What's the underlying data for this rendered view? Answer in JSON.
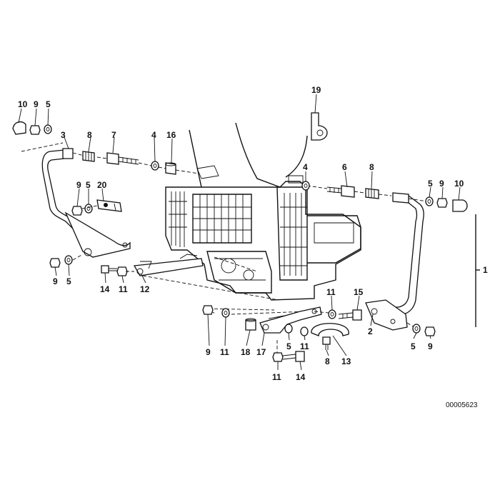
{
  "reference_number": "00005623",
  "callouts": {
    "c1": "1",
    "c2": "2",
    "c3": "3",
    "c4a": "4",
    "c4b": "4",
    "c5a": "5",
    "c5b": "5",
    "c5c": "5",
    "c5d": "5",
    "c5e": "5",
    "c5f": "5",
    "c6": "6",
    "c7": "7",
    "c8a": "8",
    "c8b": "8",
    "c8c": "8",
    "c9a": "9",
    "c9b": "9",
    "c9c": "9",
    "c9d": "9",
    "c9e": "9",
    "c9f": "9",
    "c10a": "10",
    "c10b": "10",
    "c11a": "11",
    "c11b": "11",
    "c11c": "11",
    "c11d": "11",
    "c11e": "11",
    "c12": "12",
    "c13": "13",
    "c14a": "14",
    "c14b": "14",
    "c15": "15",
    "c16": "16",
    "c17": "17",
    "c18": "18",
    "c19": "19",
    "c20": "20"
  }
}
